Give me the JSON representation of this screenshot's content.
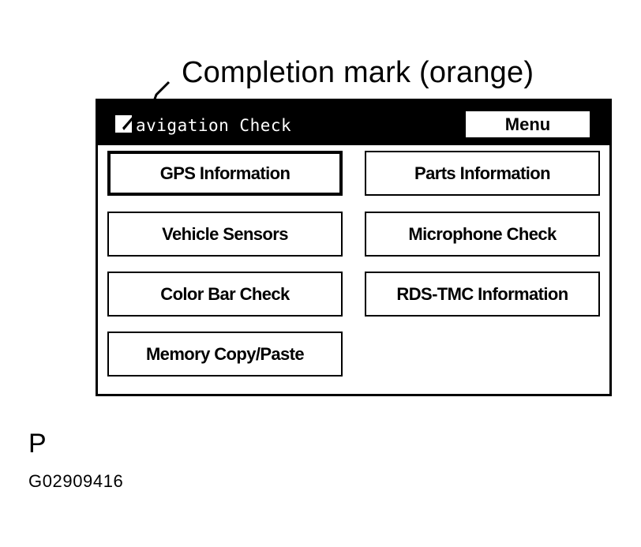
{
  "callout": {
    "label": "Completion mark (orange)"
  },
  "screen": {
    "title": "avigation Check",
    "menu_label": "Menu",
    "check_icon": "completion-mark-icon",
    "items": [
      {
        "label": "GPS Information",
        "selected": true
      },
      {
        "label": "Parts Information"
      },
      {
        "label": "Vehicle Sensors"
      },
      {
        "label": "Microphone Check"
      },
      {
        "label": "Color Bar Check"
      },
      {
        "label": "RDS-TMC Information"
      },
      {
        "label": "Memory Copy/Paste"
      }
    ]
  },
  "figure": {
    "letter": "P",
    "code": "G02909416"
  }
}
